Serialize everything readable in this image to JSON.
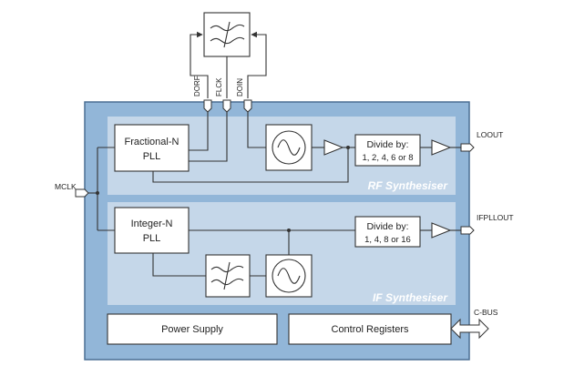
{
  "colors": {
    "outer_fill": "#92b6d8",
    "outer_stroke": "#4a6f93",
    "section_fill": "#c5d7e9",
    "section_title": "#ffffff",
    "block_fill": "#ffffff",
    "line": "#333333"
  },
  "external": {
    "filter_icon": "lowpass-filter-icon"
  },
  "pins": {
    "dorf": "DORF",
    "flck": "FLCK",
    "doin": "DOIN",
    "mclk": "MCLK",
    "loout": "LOOUT",
    "ifpllout": "IFPLLOUT",
    "cbus": "C-BUS"
  },
  "rf": {
    "title": "RF Synthesiser",
    "pll_line1": "Fractional-N",
    "pll_line2": "PLL",
    "vco_icon": "vco-sine-icon",
    "divider_line1": "Divide by:",
    "divider_line2": "1, 2, 4, 6 or 8"
  },
  "if": {
    "title": "IF Synthesiser",
    "pll_line1": "Integer-N",
    "pll_line2": "PLL",
    "filter_icon": "lowpass-filter-icon",
    "vco_icon": "vco-sine-icon",
    "divider_line1": "Divide by:",
    "divider_line2": "1, 4, 8 or 16"
  },
  "bottom": {
    "power_supply": "Power Supply",
    "control_registers": "Control Registers"
  }
}
